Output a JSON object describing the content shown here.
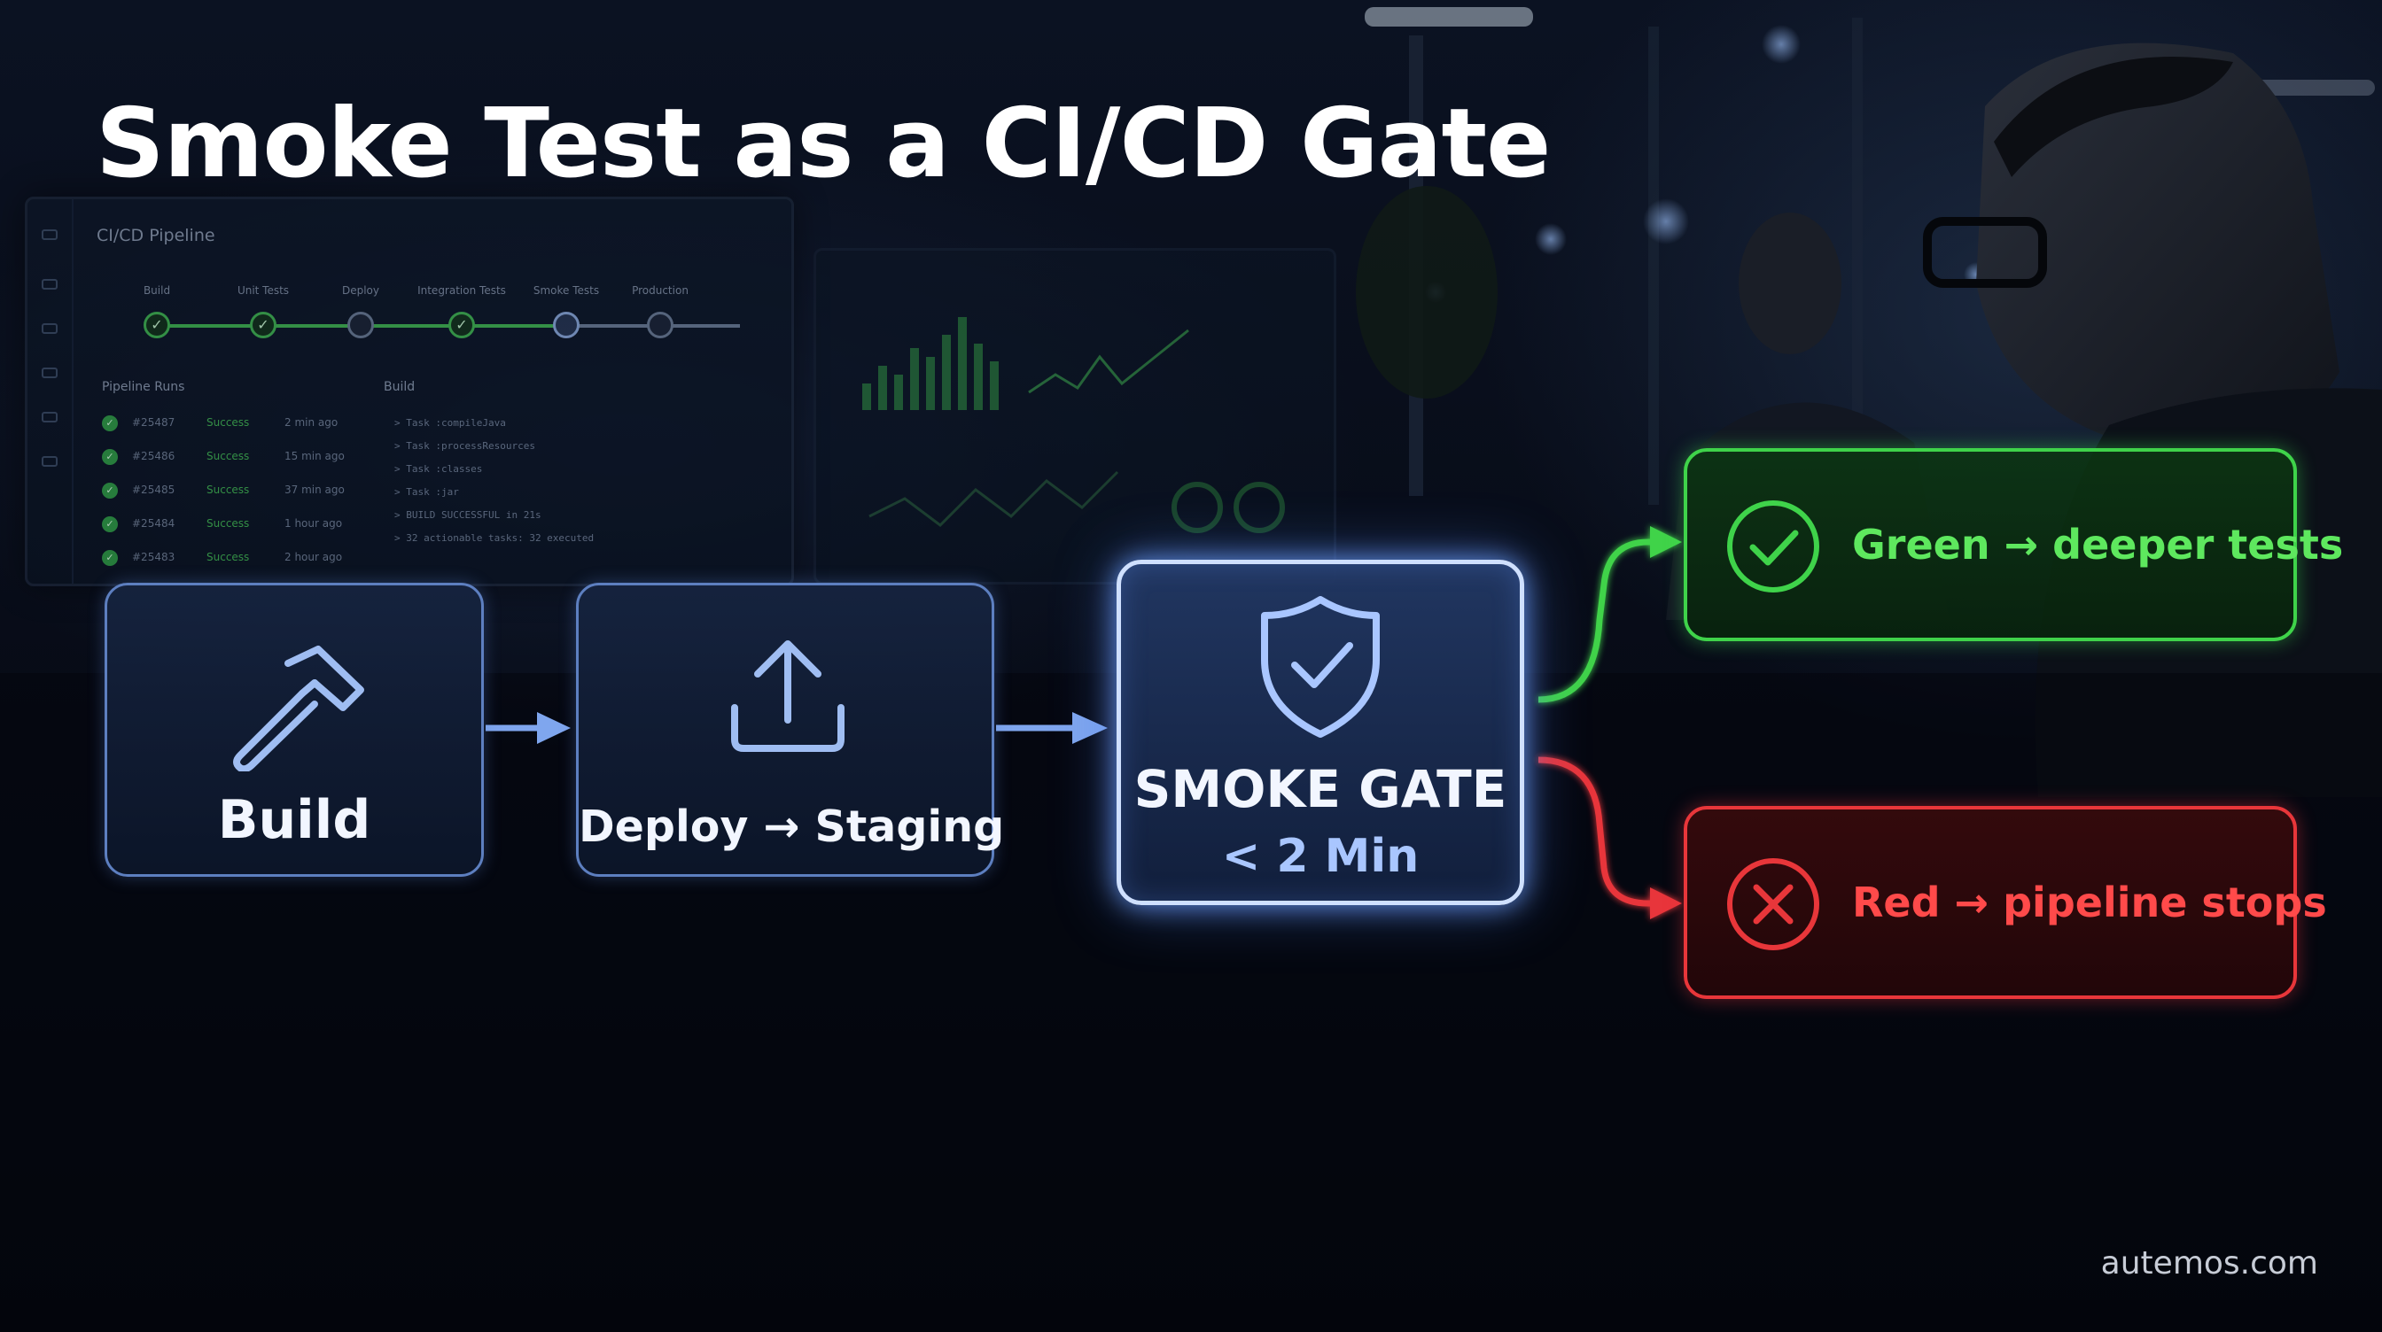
{
  "title": "Smoke Test as a CI/CD Gate",
  "background_monitor": {
    "title": "CI/CD Pipeline",
    "stages": [
      "Build",
      "Unit Tests",
      "Deploy",
      "Integration Tests",
      "Smoke Tests",
      "Production"
    ],
    "runs_title": "Pipeline Runs",
    "runs": [
      {
        "id": "#25487",
        "status": "Success",
        "time": "2 min ago"
      },
      {
        "id": "#25486",
        "status": "Success",
        "time": "15 min ago"
      },
      {
        "id": "#25485",
        "status": "Success",
        "time": "37 min ago"
      },
      {
        "id": "#25484",
        "status": "Success",
        "time": "1 hour ago"
      },
      {
        "id": "#25483",
        "status": "Success",
        "time": "2 hour ago"
      }
    ],
    "build_title": "Build",
    "build_log": [
      "> Task :compileJava",
      "> Task :processResources",
      "> Task :classes",
      "> Task :jar",
      "> BUILD SUCCESSFUL in 21s",
      "> 32 actionable tasks: 32 executed"
    ]
  },
  "flow": {
    "build": {
      "label": "Build",
      "icon": "hammer-icon"
    },
    "deploy": {
      "label": "Deploy → Staging",
      "icon": "upload-icon"
    },
    "gate": {
      "label": "SMOKE GATE",
      "sub": "< 2 Min",
      "icon": "shield-check-icon"
    },
    "green": {
      "label": "Green → deeper tests",
      "icon": "check-circle-icon"
    },
    "red": {
      "label": "Red → pipeline stops",
      "icon": "x-circle-icon"
    }
  },
  "colors": {
    "accent_blue": "#7fa6ee",
    "success_green": "#3fd34a",
    "failure_red": "#e8363a",
    "background": "#070b16"
  },
  "watermark": "autemos.com"
}
